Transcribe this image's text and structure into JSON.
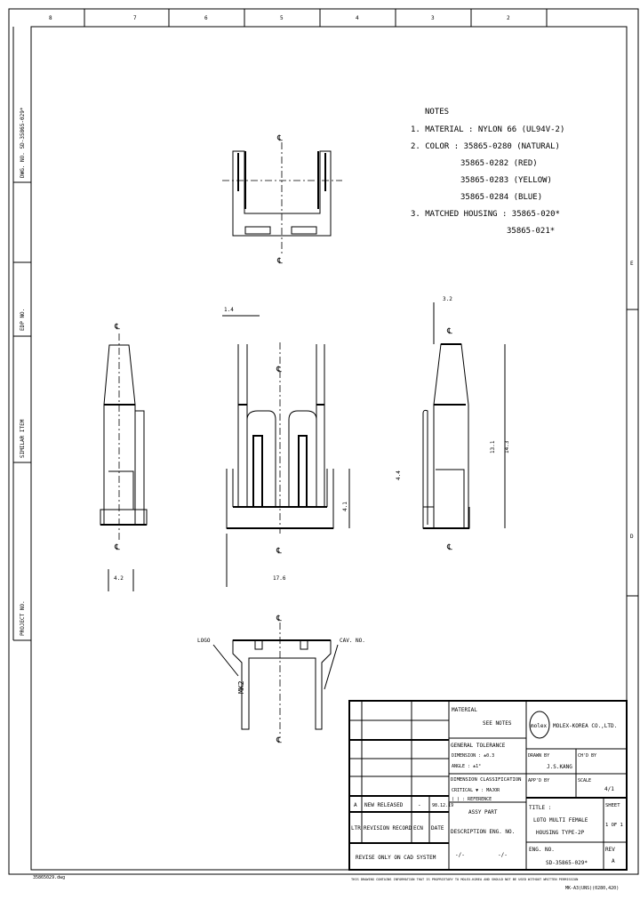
{
  "border": {
    "columns": [
      "8",
      "7",
      "6",
      "5",
      "4",
      "3",
      "2"
    ],
    "rows": [
      "E",
      "D"
    ],
    "left_labels": [
      "DWG. NO.  SD-35865-029*",
      "EDP NO.",
      "SIMILAR ITEM",
      "PROJECT NO."
    ]
  },
  "notes": {
    "heading": "NOTES",
    "lines": [
      "1. MATERIAL : NYLON 66 (UL94V-2)",
      "2. COLOR : 35865-0280 (NATURAL)",
      "35865-0282 (RED)",
      "35865-0283 (YELLOW)",
      "35865-0284 (BLUE)",
      "3. MATCHED HOUSING : 35865-020*",
      "35865-021*"
    ]
  },
  "dimensions": {
    "pitch_top": "1.4",
    "side_width": "3.2",
    "front_width": "17.6",
    "front_height": "4.1",
    "side_height_inner": "13.1",
    "side_height_outer": "14.3",
    "side_depth": "4.4",
    "left_width": "4.2",
    "centerline": "℄"
  },
  "callouts": {
    "logo": "LOGO",
    "cav": "CAV. NO.",
    "mark": "MK2"
  },
  "title_block": {
    "revision": {
      "ltr": "A",
      "record": "NEW RELEASED",
      "ecn": "-",
      "date": "98.12.19"
    },
    "headers": {
      "ltr": "LTR",
      "record": "REVISION RECORD",
      "ecn": "ECN",
      "date": "DATE"
    },
    "revise_note": "REVISE ONLY ON CAD SYSTEM",
    "material_label": "MATERIAL",
    "material_value": "SEE NOTES",
    "tolerance_label": "GENERAL TOLERANCE",
    "tolerance_dim": "DIMENSION : ±0.3",
    "tolerance_angle": "ANGLE : ±1°",
    "classification_label": "DIMENSION CLASSIFICATION",
    "classification_line1": "CRITICAL ▼ : MAJOR",
    "classification_line2": "( ) : REFERENCE",
    "assy_label": "ASSY PART",
    "description_label": "DESCRIPTION  ENG. NO.",
    "assy_values": [
      "-/-",
      "-/-"
    ],
    "logo": "molex",
    "company": "MOLEX-KOREA CO.,LTD.",
    "drawn_label": "DRAWN BY",
    "drawn_value": "J.S.KANG",
    "checked_label": "CH'D BY",
    "approved_label": "APP'D BY",
    "scale_label": "SCALE",
    "scale_value": "4/1",
    "title_label": "TITLE :",
    "title_line1": "LOTO MULTI FEMALE",
    "title_line2": "HOUSING TYPE-2P",
    "sheet_label": "SHEET",
    "sheet_value": "1 OF 1",
    "eng_label": "ENG. NO.",
    "eng_value": "SD-35865-029*",
    "rev_label": "REV",
    "rev_value": "A"
  },
  "footer": {
    "filename": "35865029.dwg",
    "proprietary": "THIS DRAWING CONTAINS INFORMATION THAT IS PROPRIETARY TO MOLEX-KOREA AND SHOULD NOT BE USED WITHOUT WRITTEN PERMISSION",
    "code": "MK-A3(UNS)(0280,420)"
  }
}
